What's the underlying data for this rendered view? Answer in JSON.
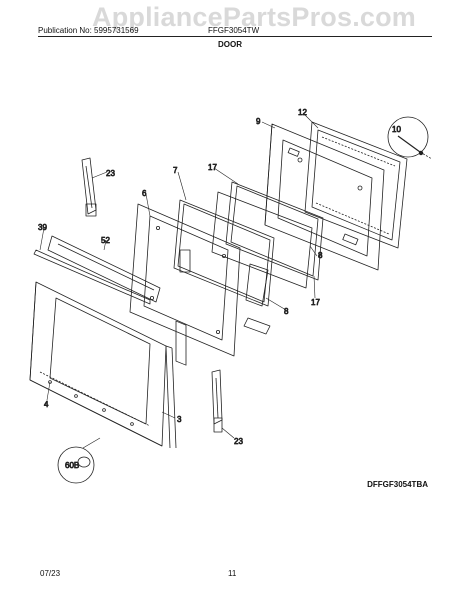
{
  "header": {
    "publication": "Publication No: 5995731569",
    "model": "FFGF3054TW",
    "section_title": "DOOR"
  },
  "watermark": "AppliancePartsPros.com",
  "callouts": {
    "c12": "12",
    "c9": "9",
    "c10": "10",
    "c23_top": "23",
    "c7": "7",
    "c17_top": "17",
    "c6": "6",
    "c39": "39",
    "c52": "52",
    "c8_right": "8",
    "c8_mid": "8",
    "c17_bot": "17",
    "c4": "4",
    "c3": "3",
    "c23_bot": "23",
    "c60b": "60B"
  },
  "diagram_code": "DFFGF3054TBA",
  "footer": {
    "date": "07/23",
    "page": "11"
  }
}
